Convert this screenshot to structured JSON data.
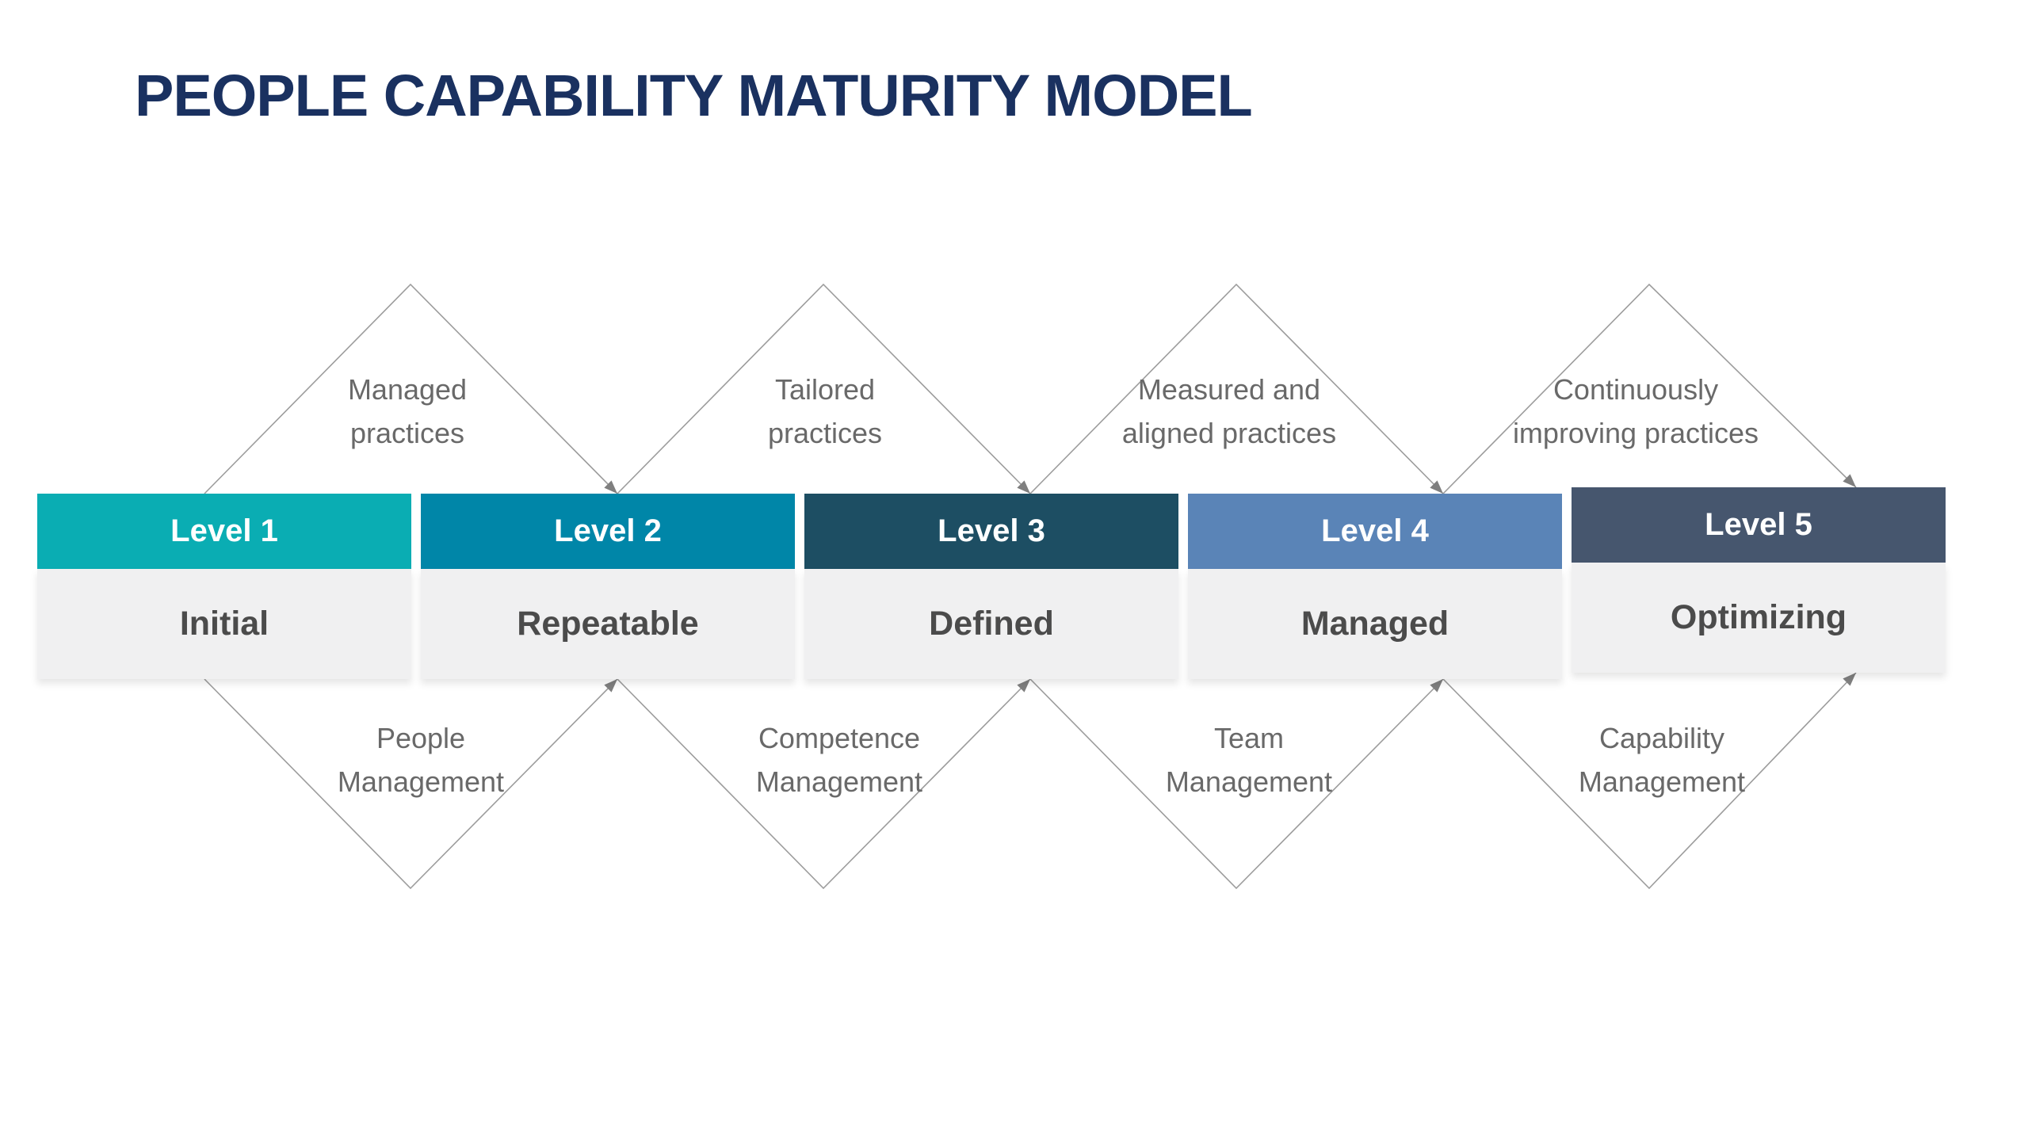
{
  "title": "PEOPLE CAPABILITY MATURITY MODEL",
  "colors": {
    "title_text": "#1a3160",
    "level_header_colors": [
      "#0aadb3",
      "#0086a8",
      "#1d4e63",
      "#5a84b7",
      "#46566e"
    ],
    "level_header_text": "#ffffff",
    "level_body_bg": "#f0f0f1",
    "level_body_text": "#4b4b4b",
    "label_text": "#696969",
    "zigzag_line": "#9c9c9c",
    "arrowhead": "#7f7f7f"
  },
  "levels": [
    {
      "header": "Level 1",
      "name": "Initial"
    },
    {
      "header": "Level 2",
      "name": "Repeatable"
    },
    {
      "header": "Level 3",
      "name": "Defined"
    },
    {
      "header": "Level 4",
      "name": "Managed"
    },
    {
      "header": "Level 5",
      "name": "Optimizing"
    }
  ],
  "top_labels": [
    {
      "line1": "Managed",
      "line2": "practices"
    },
    {
      "line1": "Tailored",
      "line2": "practices"
    },
    {
      "line1": "Measured and",
      "line2": "aligned practices"
    },
    {
      "line1": "Continuously",
      "line2": "improving practices"
    }
  ],
  "bottom_labels": [
    {
      "line1": "People",
      "line2": "Management"
    },
    {
      "line1": "Competence",
      "line2": "Management"
    },
    {
      "line1": "Team",
      "line2": "Management"
    },
    {
      "line1": "Capability",
      "line2": "Management"
    }
  ]
}
